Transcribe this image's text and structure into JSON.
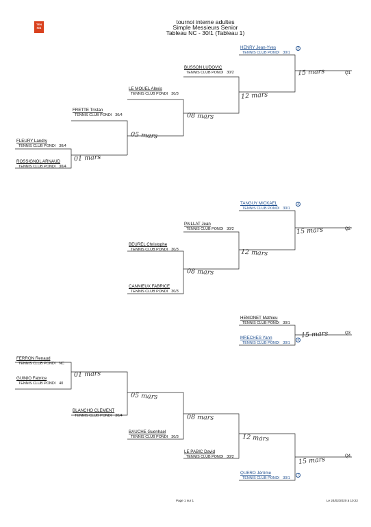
{
  "header": {
    "logo_top": "TEN",
    "logo_bottom": "NIS",
    "line1": "tournoi interne adultes",
    "line2": "Simple Messieurs Senior",
    "line3": "Tableau NC - 30/1 (Tableau 1)"
  },
  "tableau1": {
    "p_fleury": {
      "name": "FLEURY Landry",
      "club": "TENNIS CLUB PONDI",
      "rank": "30/4"
    },
    "p_rossignol": {
      "name": "ROSSIGNOL ARNAUD",
      "club": "TENNIS CLUB PONDI",
      "rank": "30/4"
    },
    "p_frette": {
      "name": "FRETTE Tristan",
      "club": "TENNIS CLUB PONDI",
      "rank": "30/4"
    },
    "p_lemouel": {
      "name": "LE MOUEL Alexis",
      "club": "TENNIS CLUB PONDI",
      "rank": "30/3"
    },
    "p_busson": {
      "name": "BUSSON LUDOVIC",
      "club": "TENNIS CLUB PONDI",
      "rank": "30/2"
    },
    "p_henry": {
      "name": "HENRY Jean-Yves",
      "club": "TENNIS CLUB PONDI",
      "rank": "30/1",
      "seed": "2"
    },
    "dates": [
      "01 mars",
      "05 mars",
      "08 mars",
      "12 mars",
      "15 mars"
    ],
    "qualifier": "Q1"
  },
  "tableau2": {
    "p_cannieux": {
      "name": "CANNIEUX FABRICE",
      "club": "TENNIS CLUB PONDI",
      "rank": "30/3"
    },
    "p_beurel": {
      "name": "BEUREL Christophe",
      "club": "TENNIS CLUB PONDI",
      "rank": "30/3"
    },
    "p_paillat": {
      "name": "PAILLAT Jean",
      "club": "TENNIS CLUB PONDI",
      "rank": "30/2"
    },
    "p_tanguy": {
      "name": "TANGUY MICKAEL",
      "club": "TENNIS CLUB PONDI",
      "rank": "30/1",
      "seed": "3"
    },
    "dates": [
      "08 mars",
      "12 mars",
      "15 mars"
    ],
    "qualifier": "Q2"
  },
  "tableau3": {
    "p_hemonet": {
      "name": "HEMONET Mathieu",
      "club": "TENNIS CLUB PONDI",
      "rank": "30/1"
    },
    "p_mreches": {
      "name": "MRECHES Yann",
      "club": "TENNIS CLUB PONDI",
      "rank": "30/1",
      "seed": "4"
    },
    "dates": [
      "15 mars"
    ],
    "qualifier": "Q3"
  },
  "tableau4": {
    "p_ferron": {
      "name": "FERRON Renaud",
      "club": "TENNIS CLUB PONDI",
      "rank": "NC"
    },
    "p_guinio": {
      "name": "GUINIO Fabrice",
      "club": "TENNIS CLUB PONDI",
      "rank": "40"
    },
    "p_blancho": {
      "name": "BLANCHO CLEMENT",
      "club": "TENNIS CLUB PONDI",
      "rank": "30/4"
    },
    "p_bauche": {
      "name": "BAUCHE Guenhael",
      "club": "TENNIS CLUB PONDI",
      "rank": "30/3"
    },
    "p_lepabic": {
      "name": "LE PABIC David",
      "club": "TENNIS CLUB PONDI",
      "rank": "30/2"
    },
    "p_quero": {
      "name": "QUERO Jérôme",
      "club": "TENNIS CLUB PONDI",
      "rank": "30/1",
      "seed": "7"
    },
    "dates": [
      "01 mars",
      "05 mars",
      "08 mars",
      "12 mars",
      "15 mars"
    ],
    "qualifier": "Q4"
  },
  "footer": {
    "page": "Page 1 sur 1",
    "timestamp": "Le 24/02/2020 à 10:22"
  }
}
